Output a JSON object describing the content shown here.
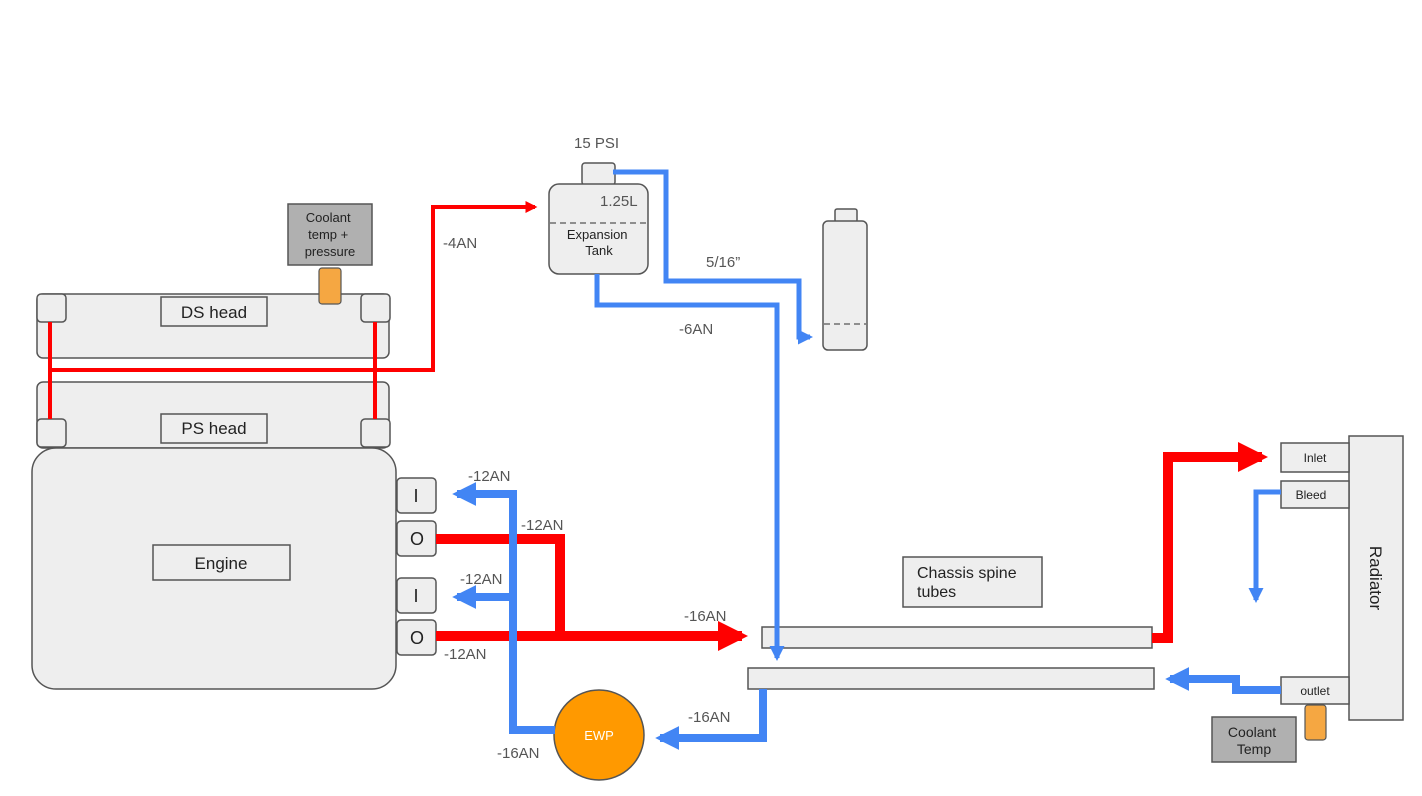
{
  "components": {
    "ds_head": "DS head",
    "ps_head": "PS head",
    "engine": "Engine",
    "port_i1": "I",
    "port_o1": "O",
    "port_i2": "I",
    "port_o2": "O",
    "expansion_tank": "Expansion\nTank",
    "tank_capacity": "1.25L",
    "cap_pressure": "15 PSI",
    "overflow_bottle": "",
    "ewp": "EWP",
    "chassis_tubes": "Chassis spine\ntubes",
    "radiator": "Radiator",
    "rad_inlet": "Inlet",
    "rad_bleed": "Bleed",
    "rad_outlet": "outlet",
    "sensor_heads": "Coolant\ntemp +\npressure",
    "sensor_outlet": "Coolant\nTemp"
  },
  "line_labels": {
    "head_to_tank": "-4AN",
    "cap_to_overflow": "5/16”",
    "tank_to_spine": "-6AN",
    "to_inlet_1": "-12AN",
    "from_outlet_1": "-12AN",
    "to_inlet_2": "-12AN",
    "from_outlet_2": "-12AN",
    "outlets_to_spine": "-16AN",
    "spine_to_ewp": "-16AN",
    "ewp_out": "-16AN"
  },
  "colors": {
    "hot_line": "#ff0000",
    "cold_line": "#4285f4",
    "component_fill": "#eeeeee",
    "sensor": "#f5a742",
    "ewp": "#ff9900"
  }
}
